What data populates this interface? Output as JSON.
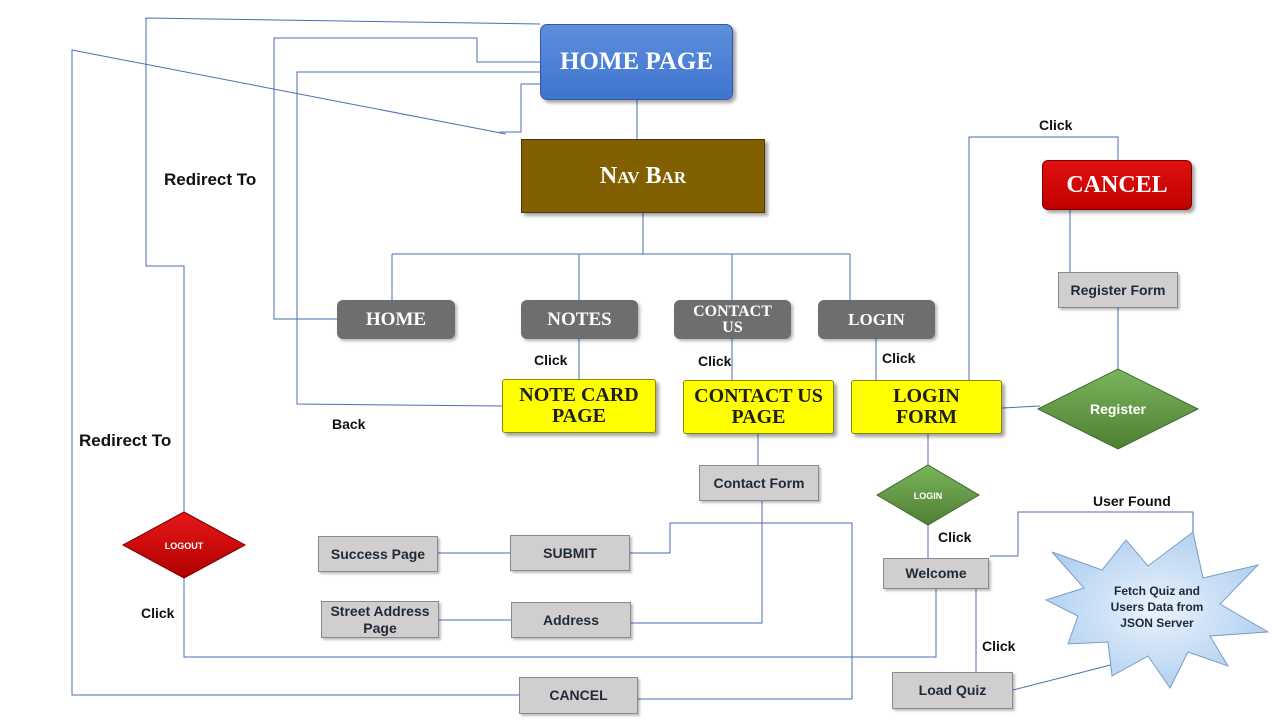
{
  "nodes": {
    "home_page": "HOME PAGE",
    "navbar": "Nav Bar",
    "cancel_top": "CANCEL",
    "nav_home": "HOME",
    "nav_notes": "NOTES",
    "nav_contact": "CONTACT US",
    "nav_login": "LOGIN",
    "note_card_page": "NOTE CARD PAGE",
    "contact_us_page": "CONTACT US PAGE",
    "login_form": "LOGIN FORM",
    "register_form": "Register Form",
    "register": "Register",
    "contact_form": "Contact Form",
    "login_diamond": "LOGIN",
    "logout": "LOGOUT",
    "success_page": "Success Page",
    "submit": "SUBMIT",
    "street_address_page": "Street Address Page",
    "address": "Address",
    "welcome": "Welcome",
    "load_quiz": "Load Quiz",
    "cancel_bottom": "CANCEL",
    "fetch_burst": "Fetch Quiz and Users Data from JSON Server"
  },
  "labels": {
    "redirect_to_top": "Redirect To",
    "redirect_to_bottom": "Redirect To",
    "back": "Back",
    "click_notes": "Click",
    "click_contact": "Click",
    "click_login": "Click",
    "click_register": "Click",
    "click_welcome": "Click",
    "click_logout": "Click",
    "click_load_quiz": "Click",
    "user_found": "User Found"
  },
  "colors": {
    "connector": "#4a6fb5",
    "home_page": "#4a7fd6",
    "navbar": "#806000",
    "cancel_red": "#d00000",
    "nav_button": "#6e6e6e",
    "page_yellow": "#ffff00",
    "form_gray": "#d0cece",
    "diamond_green": "#5a8a3a",
    "diamond_red": "#cc0000",
    "burst_blue": "#c5ddf5"
  }
}
